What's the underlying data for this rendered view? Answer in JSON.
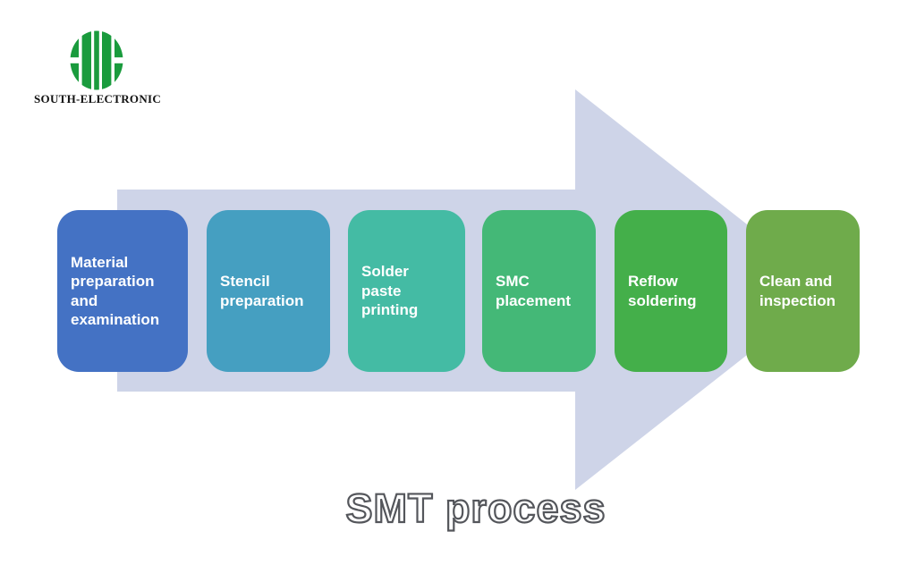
{
  "header": {
    "logo": {
      "icon": "hh-monogram-icon",
      "company_name": "SOUTH-ELECTRONIC",
      "emblem_color": "#1a9b3d",
      "text_color": "#121212"
    }
  },
  "diagram": {
    "title": "SMT process",
    "arrow": {
      "shape": "right-block-arrow",
      "color": "#ced4e8"
    },
    "steps": [
      {
        "label": "Material preparation and examination",
        "color": "#4472c4"
      },
      {
        "label": "Stencil preparation",
        "color": "#459fc1"
      },
      {
        "label": "Solder paste printing",
        "color": "#44bba4"
      },
      {
        "label": "SMC placement",
        "color": "#44b877"
      },
      {
        "label": "Reflow soldering",
        "color": "#44af4a"
      },
      {
        "label": "Clean and inspection",
        "color": "#6fab4b"
      }
    ]
  }
}
